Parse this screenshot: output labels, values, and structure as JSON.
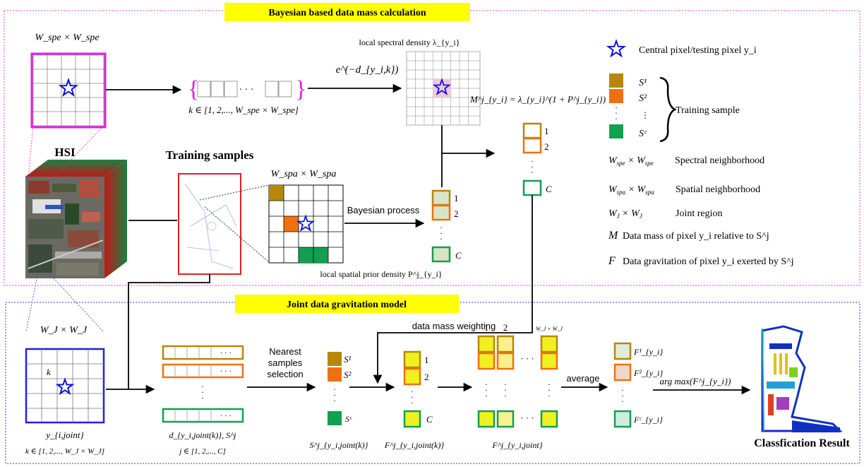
{
  "top_section": {
    "title": "Bayesian based data mass calculation",
    "spectral_window": "W_spe × W_spe",
    "k_range": "k ∈ [1, 2,..., W_spe × W_spe]",
    "exp_formula": "e^(−d_{y_i,k})",
    "local_spectral_density": "local spectral density λ_{y_i}",
    "mass_formula": "M^j_{y_i} = λ_{y_i}^(1 + P^j_{y_i})",
    "hsi_label": "HSI",
    "training_samples_label": "Training samples",
    "spatial_window": "W_spa × W_spa",
    "bayesian_process": "Bayesian process",
    "local_spatial_prior": "local spatial prior density P^j_{y_i}",
    "index_1": "1",
    "index_2": "2",
    "index_C": "C"
  },
  "legend": {
    "central_pixel": "Central pixel/testing pixel y_i",
    "s1": "S¹",
    "s2": "S²",
    "sC": "Sᶜ",
    "training_sample": "Training sample",
    "spectral_neighborhood": "Spectral neighborhood",
    "spatial_neighborhood": "Spatial neighborhood",
    "joint_region": "Joint region",
    "data_mass_desc": "Data mass of pixel y_i relative to S^j",
    "data_gravitation_desc": "Data gravitation of pixel y_i exerted by S^j",
    "colors": {
      "s1": "#b8860b",
      "s2": "#f07010",
      "sC": "#10a050"
    }
  },
  "bottom_section": {
    "title": "Joint data gravitation model",
    "joint_window": "W_J × W_J",
    "k_label": "k",
    "y_joint": "y_{i,joint}",
    "k_range_joint": "k ∈ [1, 2,..., W_J × W_J]",
    "distance_label": "d_{y_i,joint(k)}, S^j",
    "j_range": "j ∈ [1, 2,..., C]",
    "nearest_samples": "Nearest samples selection",
    "selected_label": "S^j_{y_i,joint(k)}",
    "data_mass_weighting": "data mass weighting",
    "f_joint_k": "F^j_{y_i,joint(k)}",
    "f_joint": "F^j_{y_i,joint}",
    "average": "average",
    "argmax": "arg max(F^j_{y_i})",
    "f1": "F¹_{y_i}",
    "f2": "F²_{y_i}",
    "fC": "Fᶜ_{y_i}",
    "col_1": "1",
    "col_2": "2",
    "col_wj": "W_J × W_J",
    "classification_result": "Classfication Result"
  }
}
